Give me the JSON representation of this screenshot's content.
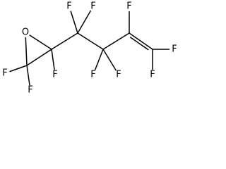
{
  "molecule": {
    "atoms": [
      {
        "id": "F_c3_top",
        "element": "F"
      },
      {
        "id": "F_c4_left",
        "element": "F"
      },
      {
        "id": "F_c4_right",
        "element": "F"
      },
      {
        "id": "O_epoxide",
        "element": "O"
      },
      {
        "id": "F_c2",
        "element": "F"
      },
      {
        "id": "F_c1_left",
        "element": "F"
      },
      {
        "id": "F_c1_bottom",
        "element": "F"
      },
      {
        "id": "F_c5_left",
        "element": "F"
      },
      {
        "id": "F_c5_right",
        "element": "F"
      },
      {
        "id": "F_c6_right",
        "element": "F"
      },
      {
        "id": "F_c6_bottom",
        "element": "F"
      }
    ],
    "bonds": [
      {
        "from": "C1",
        "to": "O_epoxide",
        "order": 1
      },
      {
        "from": "O_epoxide",
        "to": "C2",
        "order": 1
      },
      {
        "from": "C1",
        "to": "C2",
        "order": 1
      },
      {
        "from": "C1",
        "to": "F_c1_left",
        "order": 1
      },
      {
        "from": "C1",
        "to": "F_c1_bottom",
        "order": 1
      },
      {
        "from": "C2",
        "to": "F_c2",
        "order": 1
      },
      {
        "from": "C2",
        "to": "C3",
        "order": 1
      },
      {
        "from": "C3",
        "to": "F_c4_left",
        "order": 1
      },
      {
        "from": "C3",
        "to": "F_c4_right",
        "order": 1
      },
      {
        "from": "C3",
        "to": "C4",
        "order": 1
      },
      {
        "from": "C4",
        "to": "F_c5_left",
        "order": 1
      },
      {
        "from": "C4",
        "to": "F_c5_right",
        "order": 1
      },
      {
        "from": "C4",
        "to": "C5",
        "order": 1
      },
      {
        "from": "C5",
        "to": "F_c3_top",
        "order": 1
      },
      {
        "from": "C5",
        "to": "C6",
        "order": 2
      },
      {
        "from": "C6",
        "to": "F_c6_right",
        "order": 1
      },
      {
        "from": "C6",
        "to": "F_c6_bottom",
        "order": 1
      }
    ]
  }
}
